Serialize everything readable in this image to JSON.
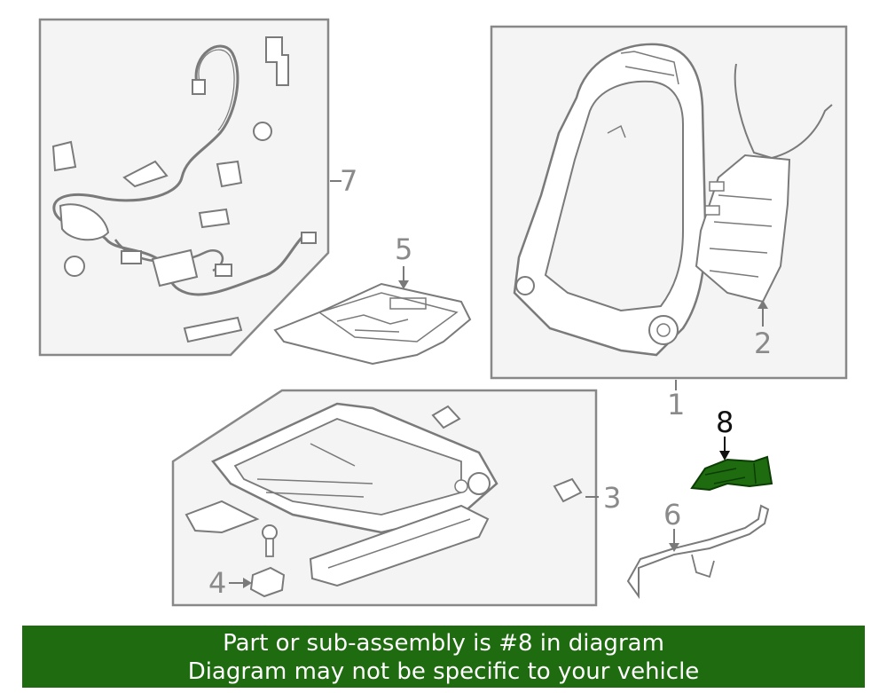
{
  "callouts": {
    "c1": "1",
    "c2": "2",
    "c3": "3",
    "c4": "4",
    "c5": "5",
    "c6": "6",
    "c7": "7",
    "c8": "8"
  },
  "banner": {
    "line1": "Part or sub-assembly is #8 in diagram",
    "line2": "Diagram may not be specific to your vehicle"
  },
  "colors": {
    "highlight_part": "#1f6b0f",
    "banner_bg": "#1f6b0f",
    "line_art": "#7a7a7a",
    "panel_fill": "#f4f4f4"
  }
}
